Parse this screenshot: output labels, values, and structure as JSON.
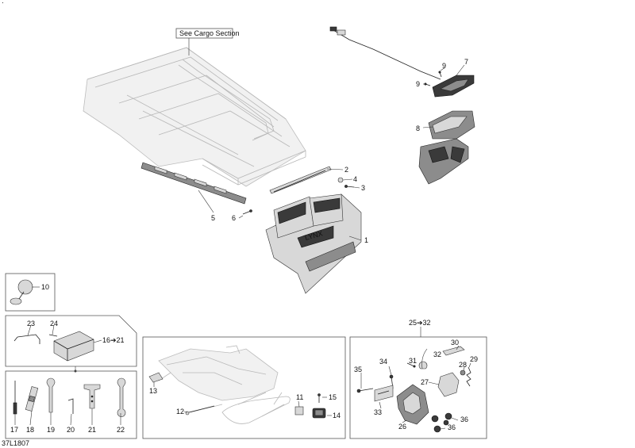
{
  "reference_box": "See Cargo Section",
  "figure_code": "37L1807",
  "top_right_marker": "·",
  "callouts": {
    "c1": "1",
    "c2": "2",
    "c3": "3",
    "c4": "4",
    "c5": "5",
    "c6": "6",
    "c7": "7",
    "c8": "8",
    "c9a": "9",
    "c9b": "9",
    "c10": "10",
    "c11": "11",
    "c12": "12",
    "c13": "13",
    "c14": "14",
    "c15": "15",
    "c16_21": "16➔21",
    "c17": "17",
    "c18": "18",
    "c19": "19",
    "c20": "20",
    "c21": "21",
    "c22": "22",
    "c23": "23",
    "c24": "24",
    "c25_32": "25➔32",
    "c26": "26",
    "c27": "27",
    "c28": "28",
    "c29": "29",
    "c30": "30",
    "c31": "31",
    "c32": "32",
    "c33": "33",
    "c34": "34",
    "c35": "35",
    "c36a": "36",
    "c36b": "36"
  }
}
